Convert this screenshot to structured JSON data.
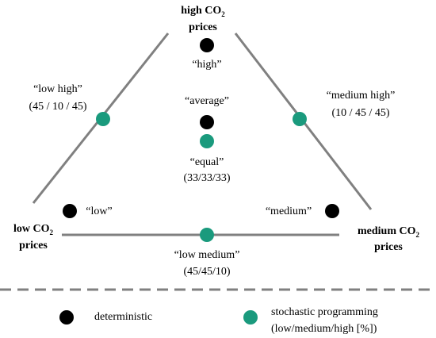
{
  "colors": {
    "line": "#808080",
    "dashed": "#808080",
    "deterministic": "#000000",
    "stochastic": "#1a9a7d"
  },
  "vertices": {
    "top": {
      "line1_main": "high CO",
      "line1_sub": "2",
      "line2": "prices"
    },
    "left": {
      "line1_main": "low CO",
      "line1_sub": "2",
      "line2": "prices"
    },
    "right": {
      "line1_main": "medium CO",
      "line1_sub": "2",
      "line2": "prices"
    }
  },
  "points": {
    "high": "“high”",
    "low_high": "“low high”",
    "low_high_values": "(45 / 10 / 45)",
    "average": "“average”",
    "equal": "“equal”",
    "equal_values": "(33/33/33)",
    "medium_high": "“medium high”",
    "medium_high_values": "(10 / 45 / 45)",
    "low": "“low”",
    "medium": "“medium”",
    "low_medium": "“low medium”",
    "low_medium_values": "(45/45/10)"
  },
  "legend": {
    "deterministic": "deterministic",
    "stochastic_line1": "stochastic programming",
    "stochastic_line2": "(low/medium/high [%])"
  }
}
